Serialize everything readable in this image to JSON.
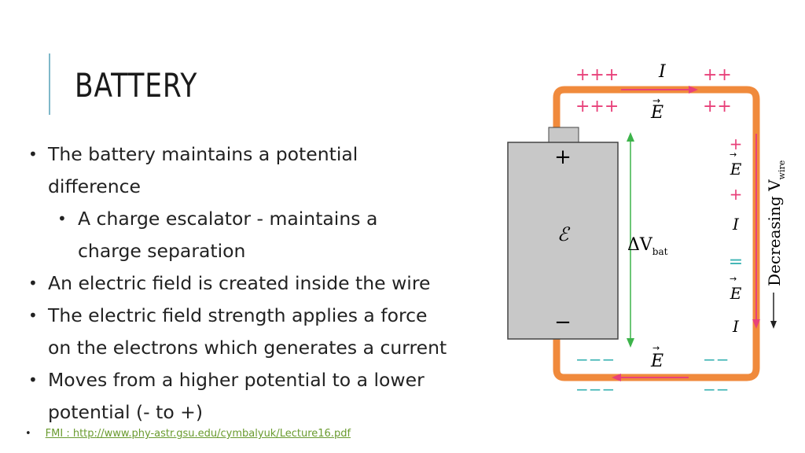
{
  "slide": {
    "title": "BATTERY",
    "bullets": [
      {
        "level": 1,
        "lines": [
          "The battery maintains a potential",
          "difference"
        ]
      },
      {
        "level": 2,
        "lines": [
          "A charge escalator - maintains a",
          "charge separation"
        ]
      },
      {
        "level": 1,
        "lines": [
          "An electric field is created inside the wire"
        ]
      },
      {
        "level": 1,
        "lines": [
          "The electric field strength applies a force",
          "on the electrons which generates a current"
        ]
      },
      {
        "level": 1,
        "lines": [
          "Moves from a higher potential to a lower",
          "potential (- to +)"
        ]
      }
    ],
    "fmi_link": "FMI : http://www.phy-astr.gsu.edu/cymbalyuk/Lecture16.pdf",
    "bullet_glyph": "•"
  },
  "figure": {
    "top_plus_outer_left": "+++",
    "top_plus_outer_right": "++",
    "top_plus_inner_left": "+++",
    "top_plus_inner_right": "++",
    "current_label": "I",
    "field_label": "E",
    "battery_plus": "+",
    "battery_minus": "−",
    "emf_symbol": "ℰ",
    "delta_v": "ΔV",
    "delta_v_sub": "bat",
    "right_plus": "+",
    "right_minus": "=",
    "bottom_minus_inner_left": "−−−",
    "bottom_minus_inner_right": "−−",
    "bottom_minus_outer_left": "−−−",
    "bottom_minus_outer_right": "−−",
    "decreasing_label": "Decreasing V",
    "decreasing_sub": "wire",
    "colors": {
      "wire": "#f08a3c",
      "arrow": "#e8417a",
      "battery": "#c8c8c8",
      "plus": "#e8417a",
      "minus": "#3bb3b3",
      "green": "#3cb34a"
    }
  }
}
